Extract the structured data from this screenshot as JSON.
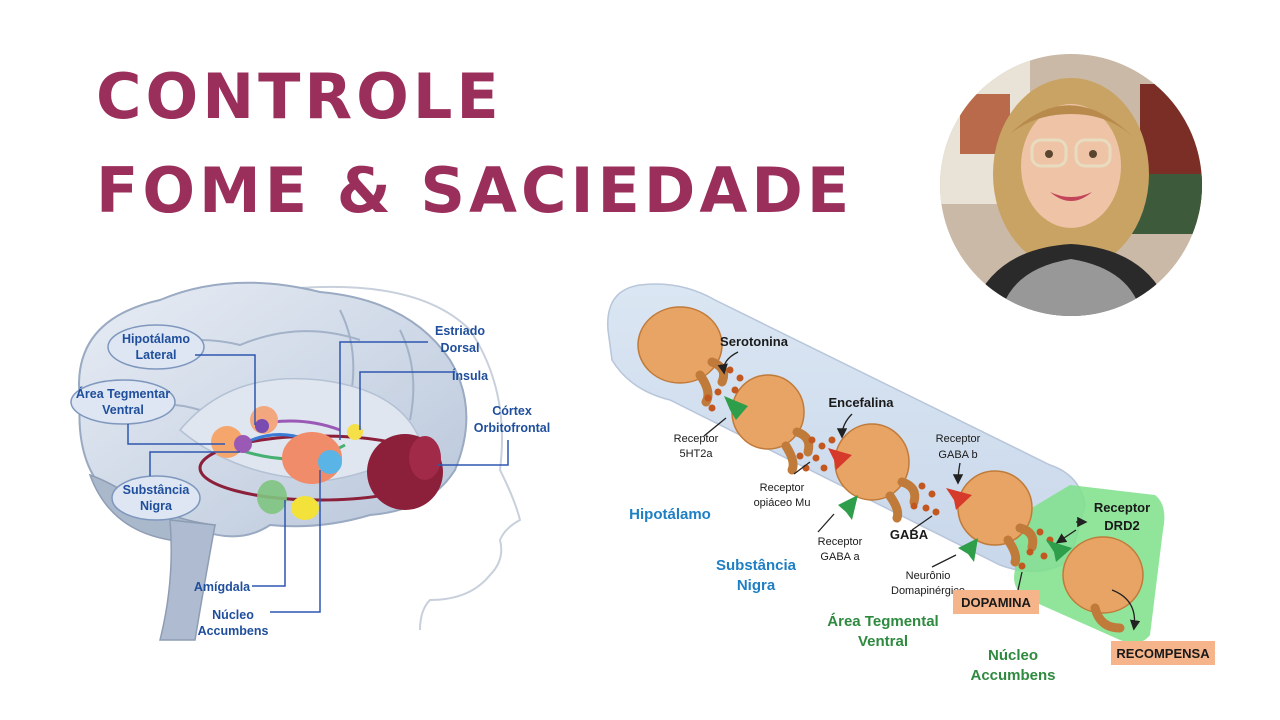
{
  "title": {
    "line1": "CONTROLE",
    "line2": "FOME & SACIEDADE"
  },
  "brain": {
    "labels": {
      "hipotalamo_lateral": [
        "Hipotálamo",
        "Lateral"
      ],
      "area_tegmentar_ventral": [
        "Área Tegmentar",
        "Ventral"
      ],
      "substancia_nigra": [
        "Substância",
        "Nigra"
      ],
      "estriado_dorsal": [
        "Estriado",
        "Dorsal"
      ],
      "insula": "Ínsula",
      "cortex_orbitofrontal": [
        "Córtex",
        "Orbitofrontal"
      ],
      "amigdala": "Amígdala",
      "nucleo_accumbens": [
        "Núcleo",
        "Accumbens"
      ]
    }
  },
  "pathway": {
    "neurotransmitters": {
      "serotonina": "Serotonina",
      "encefalina": "Encefalina",
      "gaba": "GABA"
    },
    "receptors": {
      "r_5ht2a": [
        "Receptor",
        "5HT2a"
      ],
      "r_opiaceo_mu": [
        "Receptor",
        "opiáceo Mu"
      ],
      "r_gaba_a": [
        "Receptor",
        "GABA a"
      ],
      "r_gaba_b": [
        "Receptor",
        "GABA b"
      ],
      "r_drd2": [
        "Receptor",
        "DRD2"
      ]
    },
    "neuron_label": [
      "Neurônio",
      "Domapinérgico"
    ],
    "regions": {
      "hipotalamo": "Hipotálamo",
      "substancia_nigra": [
        "Substância",
        "Nigra"
      ],
      "area_tegmental_ventral": [
        "Área Tegmental",
        "Ventral"
      ],
      "nucleo_accumbens": [
        "Núcleo",
        "Accumbens"
      ]
    },
    "boxes": {
      "dopamina": "DOPAMINA",
      "recompensa": "RECOMPENSA"
    }
  },
  "colors": {
    "title": "#9b2f5c",
    "neuron": "#e8a464",
    "region_label_blue": "#1e7fc4",
    "region_label_green": "#2e8a3e",
    "highlight_green": "#7ee08a",
    "box_orange": "#f5b48a"
  }
}
